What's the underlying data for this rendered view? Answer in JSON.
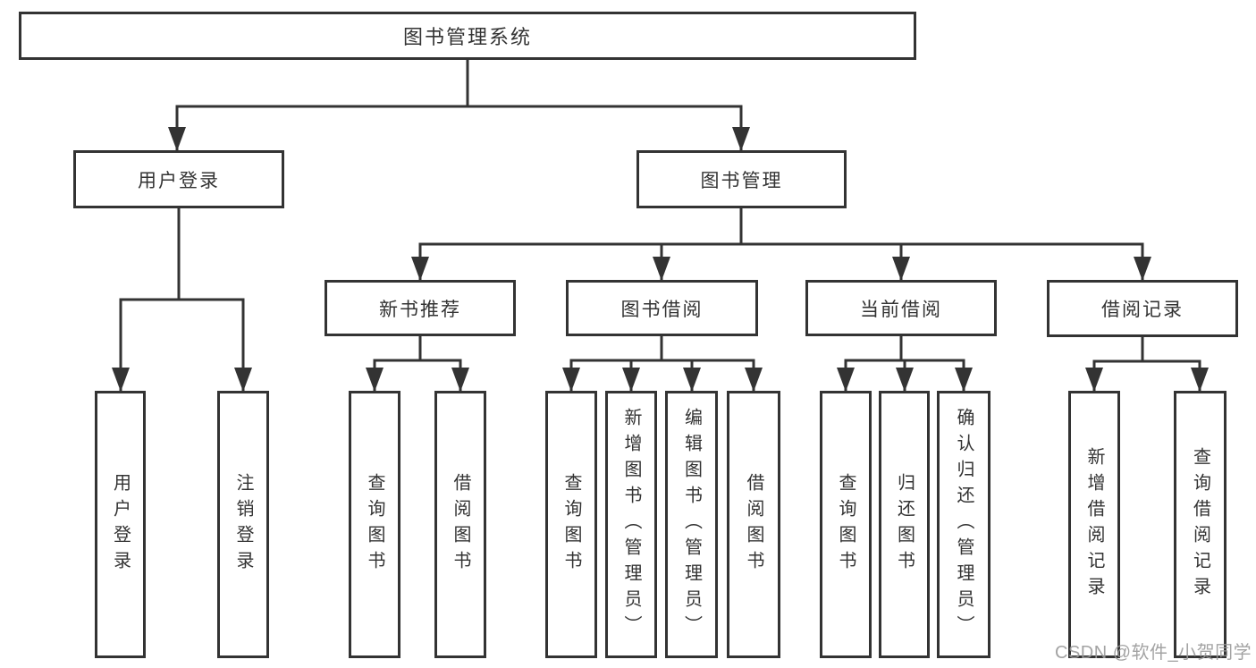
{
  "diagram_type": "hierarchy",
  "tree": {
    "label": "图书管理系统",
    "children": [
      {
        "label": "用户登录",
        "children": [
          {
            "label": "用户登录"
          },
          {
            "label": "注销登录"
          }
        ]
      },
      {
        "label": "图书管理",
        "children": [
          {
            "label": "新书推荐",
            "children": [
              {
                "label": "查询图书"
              },
              {
                "label": "借阅图书"
              }
            ]
          },
          {
            "label": "图书借阅",
            "children": [
              {
                "label": "查询图书"
              },
              {
                "label": "新增图书（管理员）"
              },
              {
                "label": "编辑图书（管理员）"
              },
              {
                "label": "借阅图书"
              }
            ]
          },
          {
            "label": "当前借阅",
            "children": [
              {
                "label": "查询图书"
              },
              {
                "label": "归还图书"
              },
              {
                "label": "确认归还（管理员）"
              }
            ]
          },
          {
            "label": "借阅记录",
            "children": [
              {
                "label": "新增借阅记录"
              },
              {
                "label": "查询借阅记录"
              }
            ]
          }
        ]
      }
    ]
  },
  "watermark": {
    "text": "CSDN @软件_小贺同学"
  },
  "colors": {
    "line": "#333333",
    "text": "#333333",
    "box_background": "#ffffff",
    "watermark": "#9a9a9a",
    "background": "#ffffff"
  }
}
